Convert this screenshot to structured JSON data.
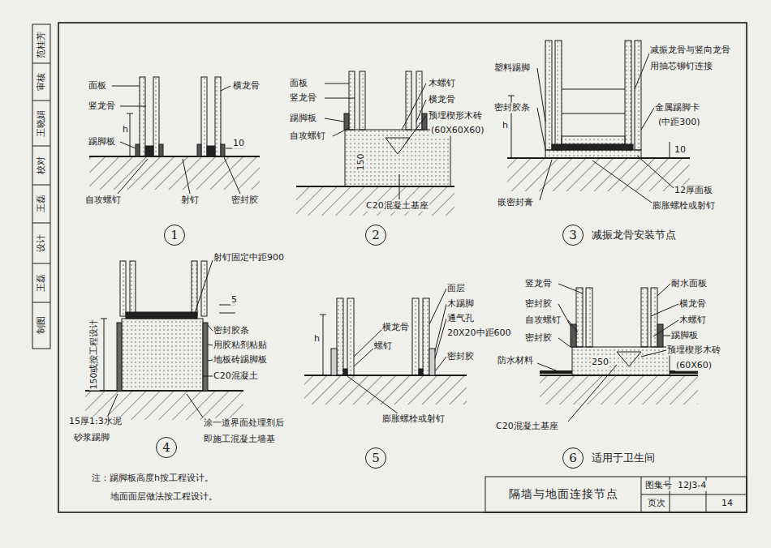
{
  "diagram": {
    "title": "隔墙与地面连接节点",
    "nodes": [
      {
        "text": [
          "1"
        ]
      },
      {
        "text": [
          "2"
        ]
      },
      {
        "text": [
          "3"
        ]
      },
      {
        "text": [
          "4"
        ]
      },
      {
        "text": [
          "5"
        ]
      },
      {
        "text": [
          "6"
        ]
      }
    ],
    "labels": [
      "范桂芳",
      "审核",
      "王晓娟",
      "校对",
      "王磊",
      "设计",
      "王磊",
      "制图",
      "面板",
      "竖龙骨",
      "踢脚板",
      "h",
      "横龙骨",
      "10",
      "自攻螺钉",
      "射钉",
      "密封胶",
      "面板",
      "竖龙骨",
      "踢脚板",
      "自攻螺钉",
      "150",
      "木螺钉",
      "横龙骨",
      "预埋楔形木砖",
      "(60X60X60)",
      "C20混凝土基座",
      "塑料踢脚",
      "密封胶条",
      "h",
      "减振龙骨与竖向龙骨",
      "用抽芯铆钉连接",
      "金属踢脚卡",
      "(中距300)",
      "10",
      "12厚面板",
      "嵌密封膏",
      "膨胀螺栓或射钉",
      "减振龙骨安装节点",
      "射钉固定中距900",
      "5",
      "密封胶条",
      "用胶粘剂粘贴",
      "地板砖踢脚板",
      "C20混凝土",
      "150或按工程设计",
      "15厚1:3水泥",
      "砂浆踢脚",
      "涂一道界面处理剂后",
      "即施工混凝土墙基",
      "面层",
      "木踢脚",
      "通气孔",
      "20X20中距600",
      "横龙骨",
      "螺钉",
      "密封胶",
      "h",
      "膨胀螺栓或射钉",
      "竖龙骨",
      "密封胶",
      "自攻螺钉",
      "密封胶",
      "防水材料",
      "耐水面板",
      "横龙骨",
      "木螺钉",
      "踢脚板",
      "预埋楔形木砖",
      "(60X60)",
      "250",
      "C20混凝土基座",
      "适用于卫生间",
      "注：踢脚板高度h按工程设计。",
      "地面面层做法按工程设计。",
      "图集号",
      "12J3-4",
      "页次",
      "14"
    ]
  }
}
